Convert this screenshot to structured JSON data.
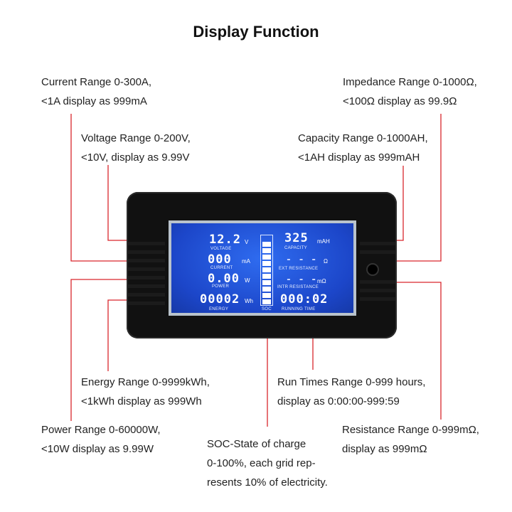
{
  "title": "Display Function",
  "annotations": {
    "current": [
      "Current Range 0-300A,",
      "<1A display as 999mA"
    ],
    "voltage": [
      "Voltage Range 0-200V,",
      "<10V, display as 9.99V"
    ],
    "impedance": [
      "Impedance Range 0-1000Ω,",
      "<100Ω display as 99.9Ω"
    ],
    "capacity": [
      "Capacity Range 0-1000AH,",
      "<1AH display as 999mAH"
    ],
    "energy": [
      "Energy Range 0-9999kWh,",
      "<1kWh display as 999Wh"
    ],
    "power": [
      "Power Range 0-60000W,",
      "<10W display as 9.99W"
    ],
    "soc": [
      "SOC-State of charge",
      "0-100%, each grid rep-",
      "resents 10% of electricity."
    ],
    "runtime": [
      "Run Times Range 0-999 hours,",
      "display as 0:00:00-999:59"
    ],
    "resistance": [
      "Resistance Range 0-999mΩ,",
      "display as 999mΩ"
    ]
  },
  "lcd": {
    "voltage": {
      "value": "12.2",
      "label": "VOLTAGE",
      "unit": "V"
    },
    "current": {
      "value": "000",
      "label": "CURRENT",
      "unit": "mA"
    },
    "power": {
      "value": "0.00",
      "label": "POWER",
      "unit": "W"
    },
    "energy": {
      "value": "00002",
      "label": "ENERGY",
      "unit": "Wh"
    },
    "capacity": {
      "value": "325",
      "label": "CAPACITY",
      "unit": "mAH"
    },
    "ext_resistance": {
      "value": "- - -",
      "label": "EXT RESISTANCE",
      "unit": "Ω"
    },
    "intr_resistance": {
      "value": "- - -",
      "label": "INTR RESISTANCE",
      "unit": "mΩ"
    },
    "running_time": {
      "value": "000:02",
      "label": "RUNNING TIME"
    },
    "soc": {
      "label": "SOC",
      "level": 1.0
    }
  },
  "colors": {
    "leader_line": "#d9262c",
    "lcd_blue": "#1d4fd6"
  }
}
